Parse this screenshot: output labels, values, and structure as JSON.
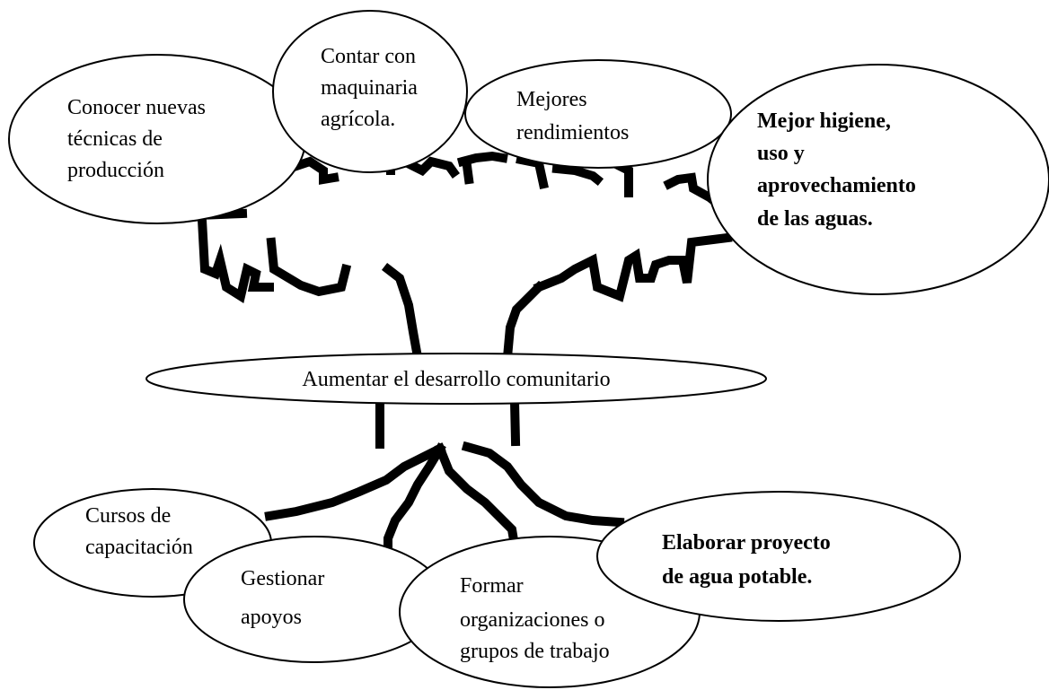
{
  "diagram": {
    "top_nodes": {
      "conocer": [
        "Conocer nuevas",
        "técnicas de",
        "producción"
      ],
      "contar": [
        "Contar con",
        "maquinaria",
        "agrícola."
      ],
      "mejores": [
        "Mejores",
        "rendimientos"
      ],
      "higiene": [
        "Mejor higiene,",
        "uso y",
        "aprovechamiento",
        "de las aguas."
      ]
    },
    "center_node": "Aumentar el desarrollo comunitario",
    "bottom_nodes": {
      "cursos": [
        "Cursos de",
        "capacitación"
      ],
      "gestionar": [
        "Gestionar",
        "apoyos"
      ],
      "formar": [
        "Formar",
        "organizaciones o",
        "grupos de trabajo"
      ],
      "elaborar": [
        "Elaborar proyecto",
        "de agua potable."
      ]
    }
  }
}
